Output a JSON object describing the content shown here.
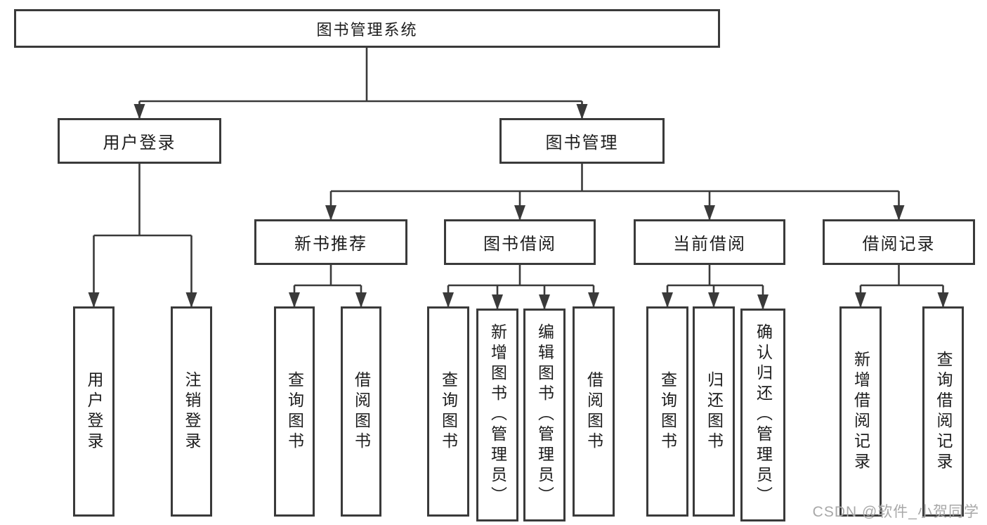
{
  "diagram_title": "图书管理系统",
  "nodes": {
    "root": "图书管理系统",
    "user_login": "用户登录",
    "book_management": "图书管理",
    "new_book_recommend": "新书推荐",
    "book_borrowing": "图书借阅",
    "current_borrowing": "当前借阅",
    "borrowing_records": "借阅记录",
    "leaf_user_login": "用户登录",
    "leaf_logout": "注销登录",
    "leaf_nb_query_books": "查询图书",
    "leaf_nb_borrow_books": "借阅图书",
    "leaf_bb_query_books": "查询图书",
    "leaf_bb_add_books": "新增图书（管理员）",
    "leaf_bb_edit_books": "编辑图书（管理员）",
    "leaf_bb_borrow_books": "借阅图书",
    "leaf_cb_query_books": "查询图书",
    "leaf_cb_return_books": "归还图书",
    "leaf_cb_confirm_return": "确认归还（管理员）",
    "leaf_br_add_record": "新增借阅记录",
    "leaf_br_query_record": "查询借阅记录"
  },
  "watermark": "CSDN @软件_小贺同学",
  "colors": {
    "line": "#3a3a3a",
    "text": "#1d1d1d",
    "background": "#ffffff",
    "watermark": "#a8a8a8"
  }
}
